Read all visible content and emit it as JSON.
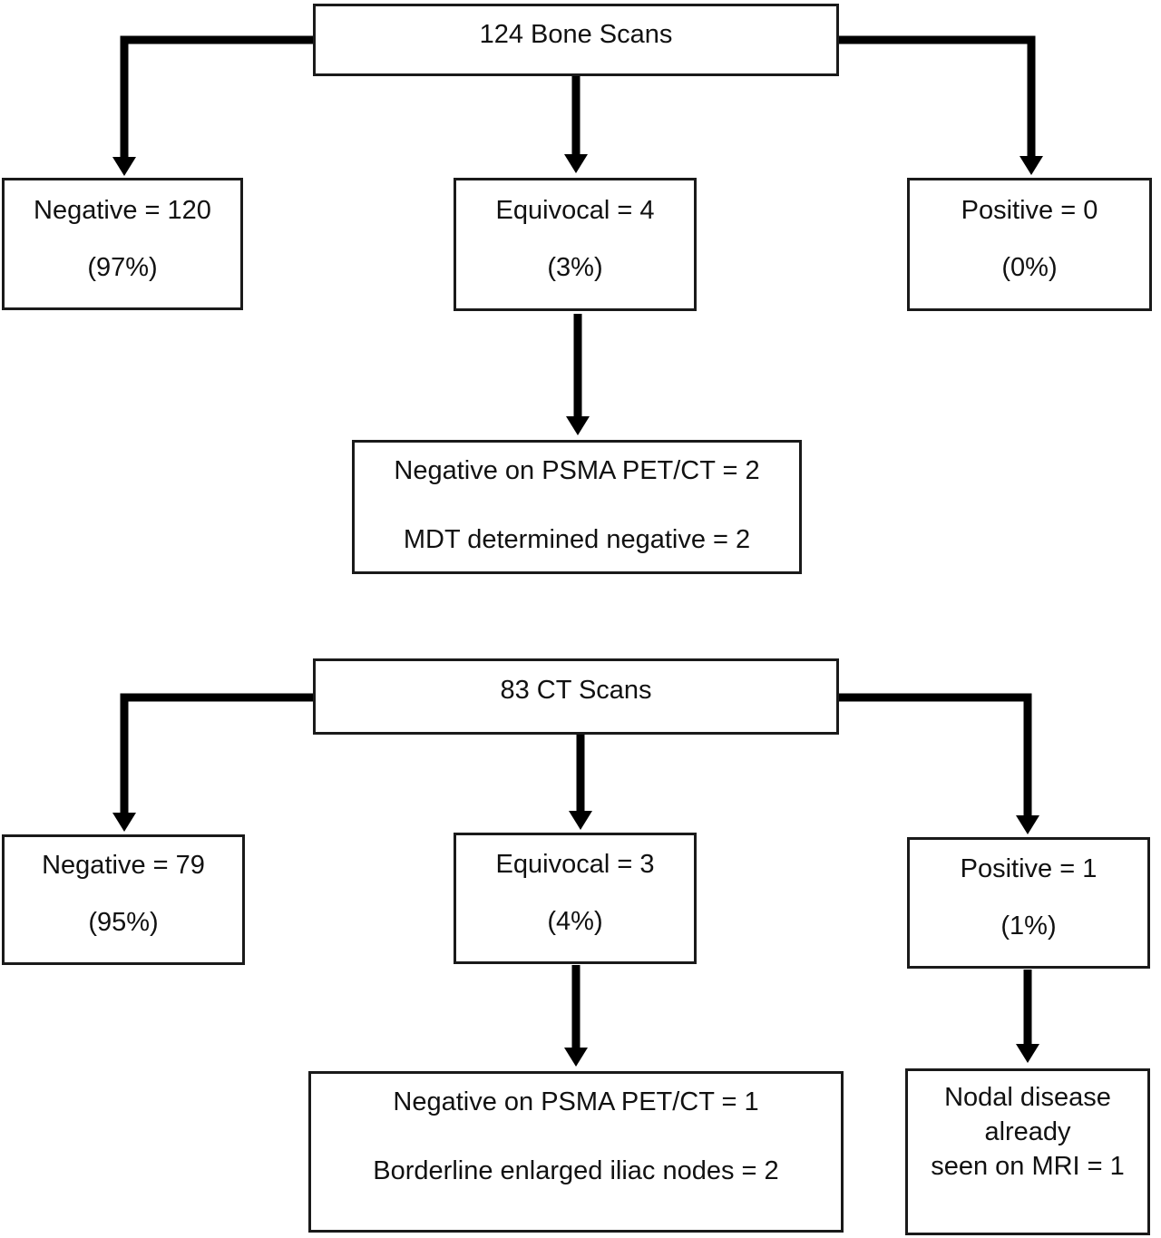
{
  "bone": {
    "root_label": "124 Bone Scans",
    "negative": {
      "line1": "Negative = 120",
      "line2": "(97%)"
    },
    "equivocal": {
      "line1": "Equivocal = 4",
      "line2": "(3%)"
    },
    "positive": {
      "line1": "Positive = 0",
      "line2": "(0%)"
    },
    "equivocal_outcome": {
      "line1": "Negative on PSMA PET/CT = 2",
      "line2": "MDT determined negative = 2"
    }
  },
  "ct": {
    "root_label": "83 CT Scans",
    "negative": {
      "line1": "Negative = 79",
      "line2": "(95%)"
    },
    "equivocal": {
      "line1": "Equivocal = 3",
      "line2": "(4%)"
    },
    "positive": {
      "line1": "Positive = 1",
      "line2": "(1%)"
    },
    "equivocal_outcome": {
      "line1": "Negative on PSMA PET/CT = 1",
      "line2": "Borderline enlarged iliac nodes = 2"
    },
    "positive_outcome": {
      "line1": "Nodal disease",
      "line2": "already",
      "line3": "seen on MRI = 1"
    }
  },
  "colors": {
    "line": "#000000",
    "box_border": "#1a1a1a",
    "box_background": "#ffffff",
    "text": "#111111",
    "page_background": "#ffffff"
  }
}
